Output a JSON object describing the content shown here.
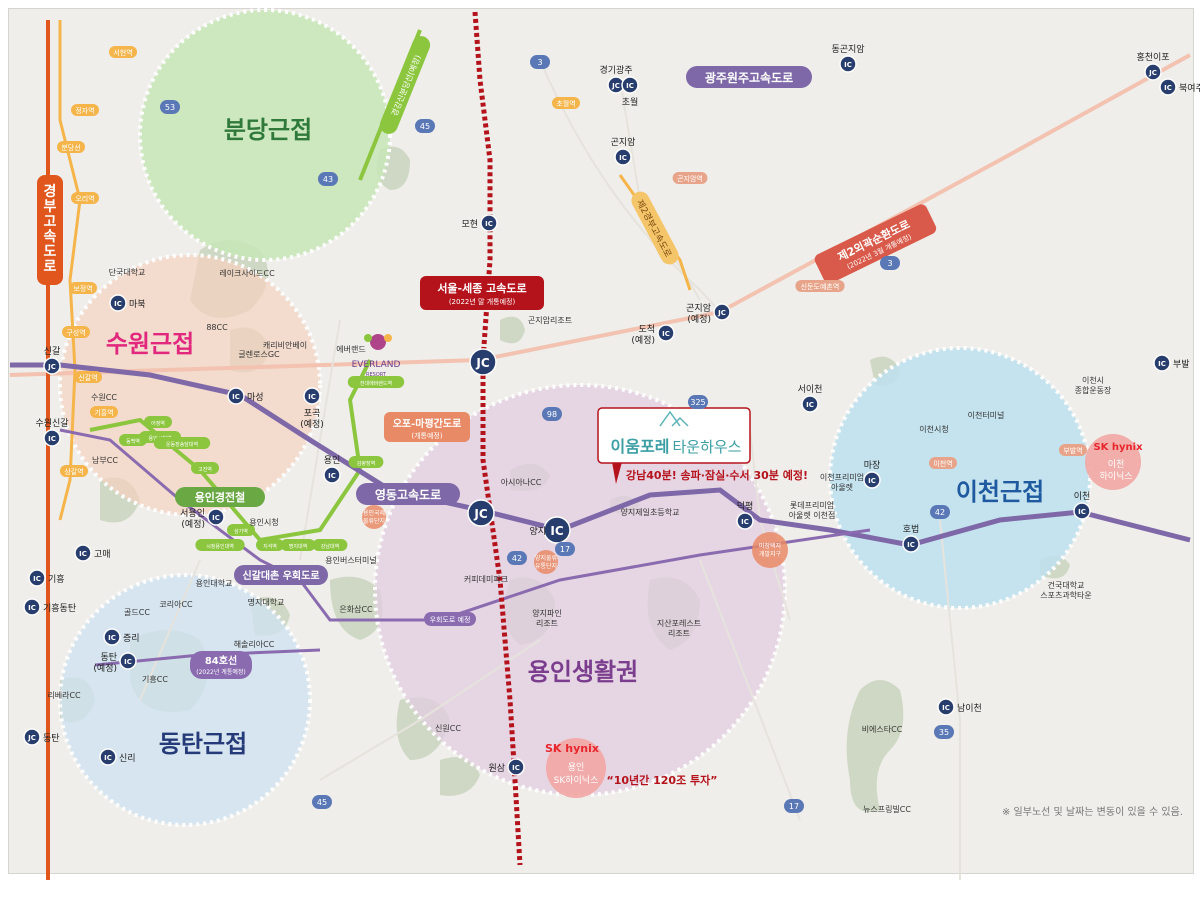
{
  "colors": {
    "background": "#efeeea",
    "bundang_zone": "#c7e6b7",
    "suwon_zone": "#f5d3c0",
    "dongtan_zone": "#cfe2f0",
    "yongin_zone": "#e3cde2",
    "icheon_zone": "#bde0ef",
    "seoul_sejong_highway": "#b5131c",
    "yeongdong_expressway": "#7e68a8",
    "gyeongbu_expressway": "#e0561c",
    "green_area": "#cfd8c4",
    "ic_badge": "#263d6e",
    "route_number": "#5a78b6",
    "sk_red": "#e8262d"
  },
  "zones": {
    "bundang": "분당근접",
    "suwon": "수원근접",
    "dongtan": "동탄근접",
    "yongin": "용인생활권",
    "icheon": "이천근접"
  },
  "project": {
    "name_main": "이움포레",
    "name_sub": "타운하우스",
    "callout": "강남40분! 송파·잠실·수서 30분 예정!"
  },
  "sk_yongin": {
    "logo": "SK hynix",
    "label_1": "용인",
    "label_2": "SK하이닉스",
    "slogan": "“10년간 120조 투자”"
  },
  "sk_icheon": {
    "logo": "SK hynix",
    "label_1": "이천",
    "label_2": "하이닉스"
  },
  "roads": {
    "gyeongbu": "경부고속도로",
    "gwangju_wonju": "광주원주고속도로",
    "seoul_sejong": "서울-세종 고속도로",
    "seoul_sejong_note": "(2022년 말 개통예정)",
    "second_ring": "제2외곽순환도로",
    "second_ring_note": "(2022년 3월 개통예정)",
    "yeongdong": "영동고속도로",
    "opo_mapyeong": "오포-마평간도로",
    "opo_mapyeong_note": "(개통예정)",
    "singal_daechon": "신갈대촌 우회도로",
    "route_84": "84호선",
    "route_84_note": "(2022년 계통예정)",
    "bypass_planned": "우회도로 예정",
    "yongin_light_rail": "용인경전철",
    "sinbundang_line": "경강신분당선(예정)",
    "jeil_highway": "제2경부고속도로",
    "bundang_line": "분당선"
  },
  "interchanges": [
    {
      "type": "IC",
      "name": "마북"
    },
    {
      "type": "JC",
      "name": "신갈"
    },
    {
      "type": "IC",
      "name": "마성"
    },
    {
      "type": "IC",
      "name": "포곡\n(예정)"
    },
    {
      "type": "IC",
      "name": "용인"
    },
    {
      "type": "IC",
      "name": "수원신갈"
    },
    {
      "type": "IC",
      "name": "서용인\n(예정)"
    },
    {
      "type": "IC",
      "name": "고매"
    },
    {
      "type": "IC",
      "name": "기흥"
    },
    {
      "type": "IC",
      "name": "기흥동탄"
    },
    {
      "type": "IC",
      "name": "증리"
    },
    {
      "type": "IC",
      "name": "동탄\n(예정)"
    },
    {
      "type": "JC",
      "name": "동탄"
    },
    {
      "type": "IC",
      "name": "신리"
    },
    {
      "type": "JC",
      "name": "경기광주"
    },
    {
      "type": "IC",
      "name": "초월"
    },
    {
      "type": "IC",
      "name": "곤지암"
    },
    {
      "type": "IC",
      "name": "모현"
    },
    {
      "type": "JC",
      "name": ""
    },
    {
      "type": "JC",
      "name": ""
    },
    {
      "type": "IC",
      "name": "양지"
    },
    {
      "type": "IC",
      "name": "도척\n(예정)"
    },
    {
      "type": "JC",
      "name": "곤지암\n(예정)"
    },
    {
      "type": "IC",
      "name": "동곤지암"
    },
    {
      "type": "JC",
      "name": "홍천이포"
    },
    {
      "type": "IC",
      "name": "북여주"
    },
    {
      "type": "IC",
      "name": "서이천"
    },
    {
      "type": "IC",
      "name": "덕평"
    },
    {
      "type": "IC",
      "name": "마장"
    },
    {
      "type": "IC",
      "name": "호법"
    },
    {
      "type": "IC",
      "name": "이천"
    },
    {
      "type": "IC",
      "name": "부발"
    },
    {
      "type": "IC",
      "name": "남이천"
    },
    {
      "type": "IC",
      "name": "원삼"
    }
  ],
  "route_numbers": [
    "3",
    "53",
    "45",
    "43",
    "42",
    "17",
    "98",
    "325",
    "3",
    "42",
    "35",
    "17",
    "45"
  ],
  "stations": [
    "서현역",
    "정자역",
    "분당선",
    "오리역",
    "보정역",
    "구성역",
    "신갈역",
    "기흥역",
    "상갈역",
    "초월역",
    "곤지암역",
    "신둔도예촌역",
    "이천역",
    "부발역",
    "용인시청역",
    "동백역",
    "어정역",
    "운동장송담대역",
    "고진역",
    "전대에버랜드역",
    "김량장역",
    "삼가역",
    "지석역",
    "명지대역",
    "강남대역",
    "시청용인대역"
  ],
  "places": [
    "단국대학교",
    "레이크사이드CC",
    "88CC",
    "캐리비안베이",
    "에버랜드",
    "글렌로스GC",
    "수원CC",
    "남부CC",
    "용인시청",
    "용인대학교",
    "명지대학교",
    "용인버스터미널",
    "골드CC",
    "코리아CC",
    "해솔리아CC",
    "기흥CC",
    "리베라CC",
    "은화삼CC",
    "아시아나CC",
    "양지제일초등학교",
    "커피데미파크",
    "양지파인\n리조트",
    "지산포레스트\n리조트",
    "곤지암리조트",
    "신원CC",
    "이천프리미엄\n아울렛",
    "롯데프리미엄\n아울렛 이천점",
    "이천터미널",
    "이천시청",
    "이천시\n종합운동장",
    "건국대학교\n스포츠과학타운",
    "비에스타CC",
    "뉴스프링빌CC",
    "용인국제\n물류단지",
    "양지물류\n유통단지",
    "마장택지\n개발지구"
  ],
  "everland": {
    "name": "EVERLAND",
    "sub": "RESORT"
  },
  "footnote": "※ 일부노선 및 날짜는 변동이 있을 수 있음."
}
